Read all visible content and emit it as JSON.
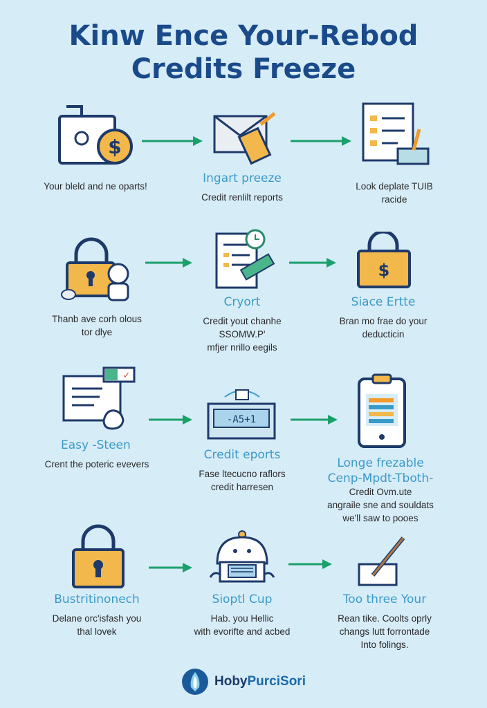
{
  "title": {
    "line1": "Kinw Ence Your-Rebod",
    "line2": "Credits Freeze"
  },
  "rows": [
    {
      "steps": [
        {
          "icon": "bag-coin-icon",
          "heading": "",
          "lines": [
            "Your bleld and ne oparts!"
          ]
        },
        {
          "icon": "envelope-pen-icon",
          "heading": "Ingart preeze",
          "lines": [
            "Credit renlilt reports"
          ]
        },
        {
          "icon": "document-checklist-icon",
          "heading": "",
          "lines": [
            "Look deplate TUIB",
            "racide"
          ]
        }
      ]
    },
    {
      "steps": [
        {
          "icon": "padlock-person-icon",
          "heading": "",
          "lines": [
            "Thanb ave corh olous",
            "tor dlye"
          ]
        },
        {
          "icon": "document-clock-icon",
          "heading": "Cryort",
          "lines": [
            "Credit yout chanhe",
            "SSOMW.P'",
            "mfjer nrillo eegils"
          ]
        },
        {
          "icon": "dollar-lock-icon",
          "heading": "Siace Ertte",
          "lines": [
            "Bran mo frae do your",
            "deducticin"
          ]
        }
      ]
    },
    {
      "steps": [
        {
          "icon": "window-hand-icon",
          "heading": "Easy -Steen",
          "lines": [
            "Crent the poteric evevers"
          ]
        },
        {
          "icon": "calculator-box-icon",
          "heading": "Credit eports",
          "lines": [
            "Fase ltecucno raflors",
            "credit harresen"
          ]
        },
        {
          "icon": "tablet-clipboard-icon",
          "heading": "Longe frezable",
          "subheading": "Cenp-Mpdt-Tboth-",
          "lines": [
            "Credit Ovm.ute",
            "angraile sne and souldats",
            "we'll saw to pooes"
          ]
        }
      ]
    },
    {
      "steps": [
        {
          "icon": "padlock-icon",
          "heading": "Bustritinonech",
          "lines": [
            "Delane orc'isfash you",
            "thal lovek"
          ]
        },
        {
          "icon": "robot-device-icon",
          "heading": "Sioptl Cup",
          "lines": [
            "Hab. you Hellic",
            "with evorifte and acbed"
          ]
        },
        {
          "icon": "pencil-paper-icon",
          "heading": "Too three Your",
          "lines": [
            "Rean tike. Coolts oprly",
            "changs lutt forrontade",
            "Into folings."
          ]
        }
      ]
    }
  ],
  "footer": {
    "brand_a": "Hoby",
    "brand_b": "PurciSori"
  },
  "colors": {
    "background": "#d6ecf7",
    "title": "#1a4a8a",
    "accent": "#3a9ac8",
    "arrow": "#1aa06a",
    "gold": "#f2b84b"
  }
}
